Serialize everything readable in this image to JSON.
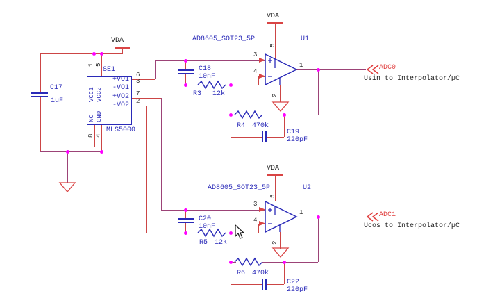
{
  "power_net": "VDA",
  "colors": {
    "wire_red": "#cc4545",
    "wire_purple": "#9c4377",
    "component_blue": "#2a2ab8",
    "junction_magenta": "#ff00ff",
    "symbol_red": "#d94444",
    "net_label_red": "#e03c3c",
    "text_black": "#1c1c1c"
  },
  "ic": {
    "ref": "SE1",
    "part": "MLS5000",
    "top_pins": [
      {
        "num": "1",
        "name": "VCC1"
      },
      {
        "num": "5",
        "name": "VCC2"
      }
    ],
    "bottom_pins": [
      {
        "num": "8",
        "name": "NC"
      },
      {
        "num": "4",
        "name": "GND"
      }
    ],
    "right_pins": [
      {
        "num": "6",
        "name": "+VO1"
      },
      {
        "num": "3",
        "name": "-VO1"
      },
      {
        "num": "7",
        "name": "+VO2"
      },
      {
        "num": "2",
        "name": "-VO2"
      }
    ]
  },
  "opamps": [
    {
      "ref": "U1",
      "part": "AD8605_SOT23_5P",
      "pins": {
        "out": "1",
        "in_pos": "3",
        "in_neg": "4",
        "v_pos": "5",
        "v_neg": "2"
      }
    },
    {
      "ref": "U2",
      "part": "AD8605_SOT23_5P",
      "pins": {
        "out": "1",
        "in_pos": "3",
        "in_neg": "4",
        "v_pos": "5",
        "v_neg": "2"
      }
    }
  ],
  "capacitors": [
    {
      "ref": "C17",
      "val": "1uF"
    },
    {
      "ref": "C18",
      "val": "10nF"
    },
    {
      "ref": "C19",
      "val": "220pF"
    },
    {
      "ref": "C20",
      "val": "10nF"
    },
    {
      "ref": "C22",
      "val": "220pF"
    }
  ],
  "resistors": [
    {
      "ref": "R3",
      "val": "12k"
    },
    {
      "ref": "R4",
      "val": "470k"
    },
    {
      "ref": "R5",
      "val": "12k"
    },
    {
      "ref": "R6",
      "val": "470k"
    }
  ],
  "outputs": [
    {
      "net": "ADC0",
      "desc": "Usin to Interpolator/µC"
    },
    {
      "net": "ADC1",
      "desc": "Ucos to Interpolator/µC"
    }
  ]
}
